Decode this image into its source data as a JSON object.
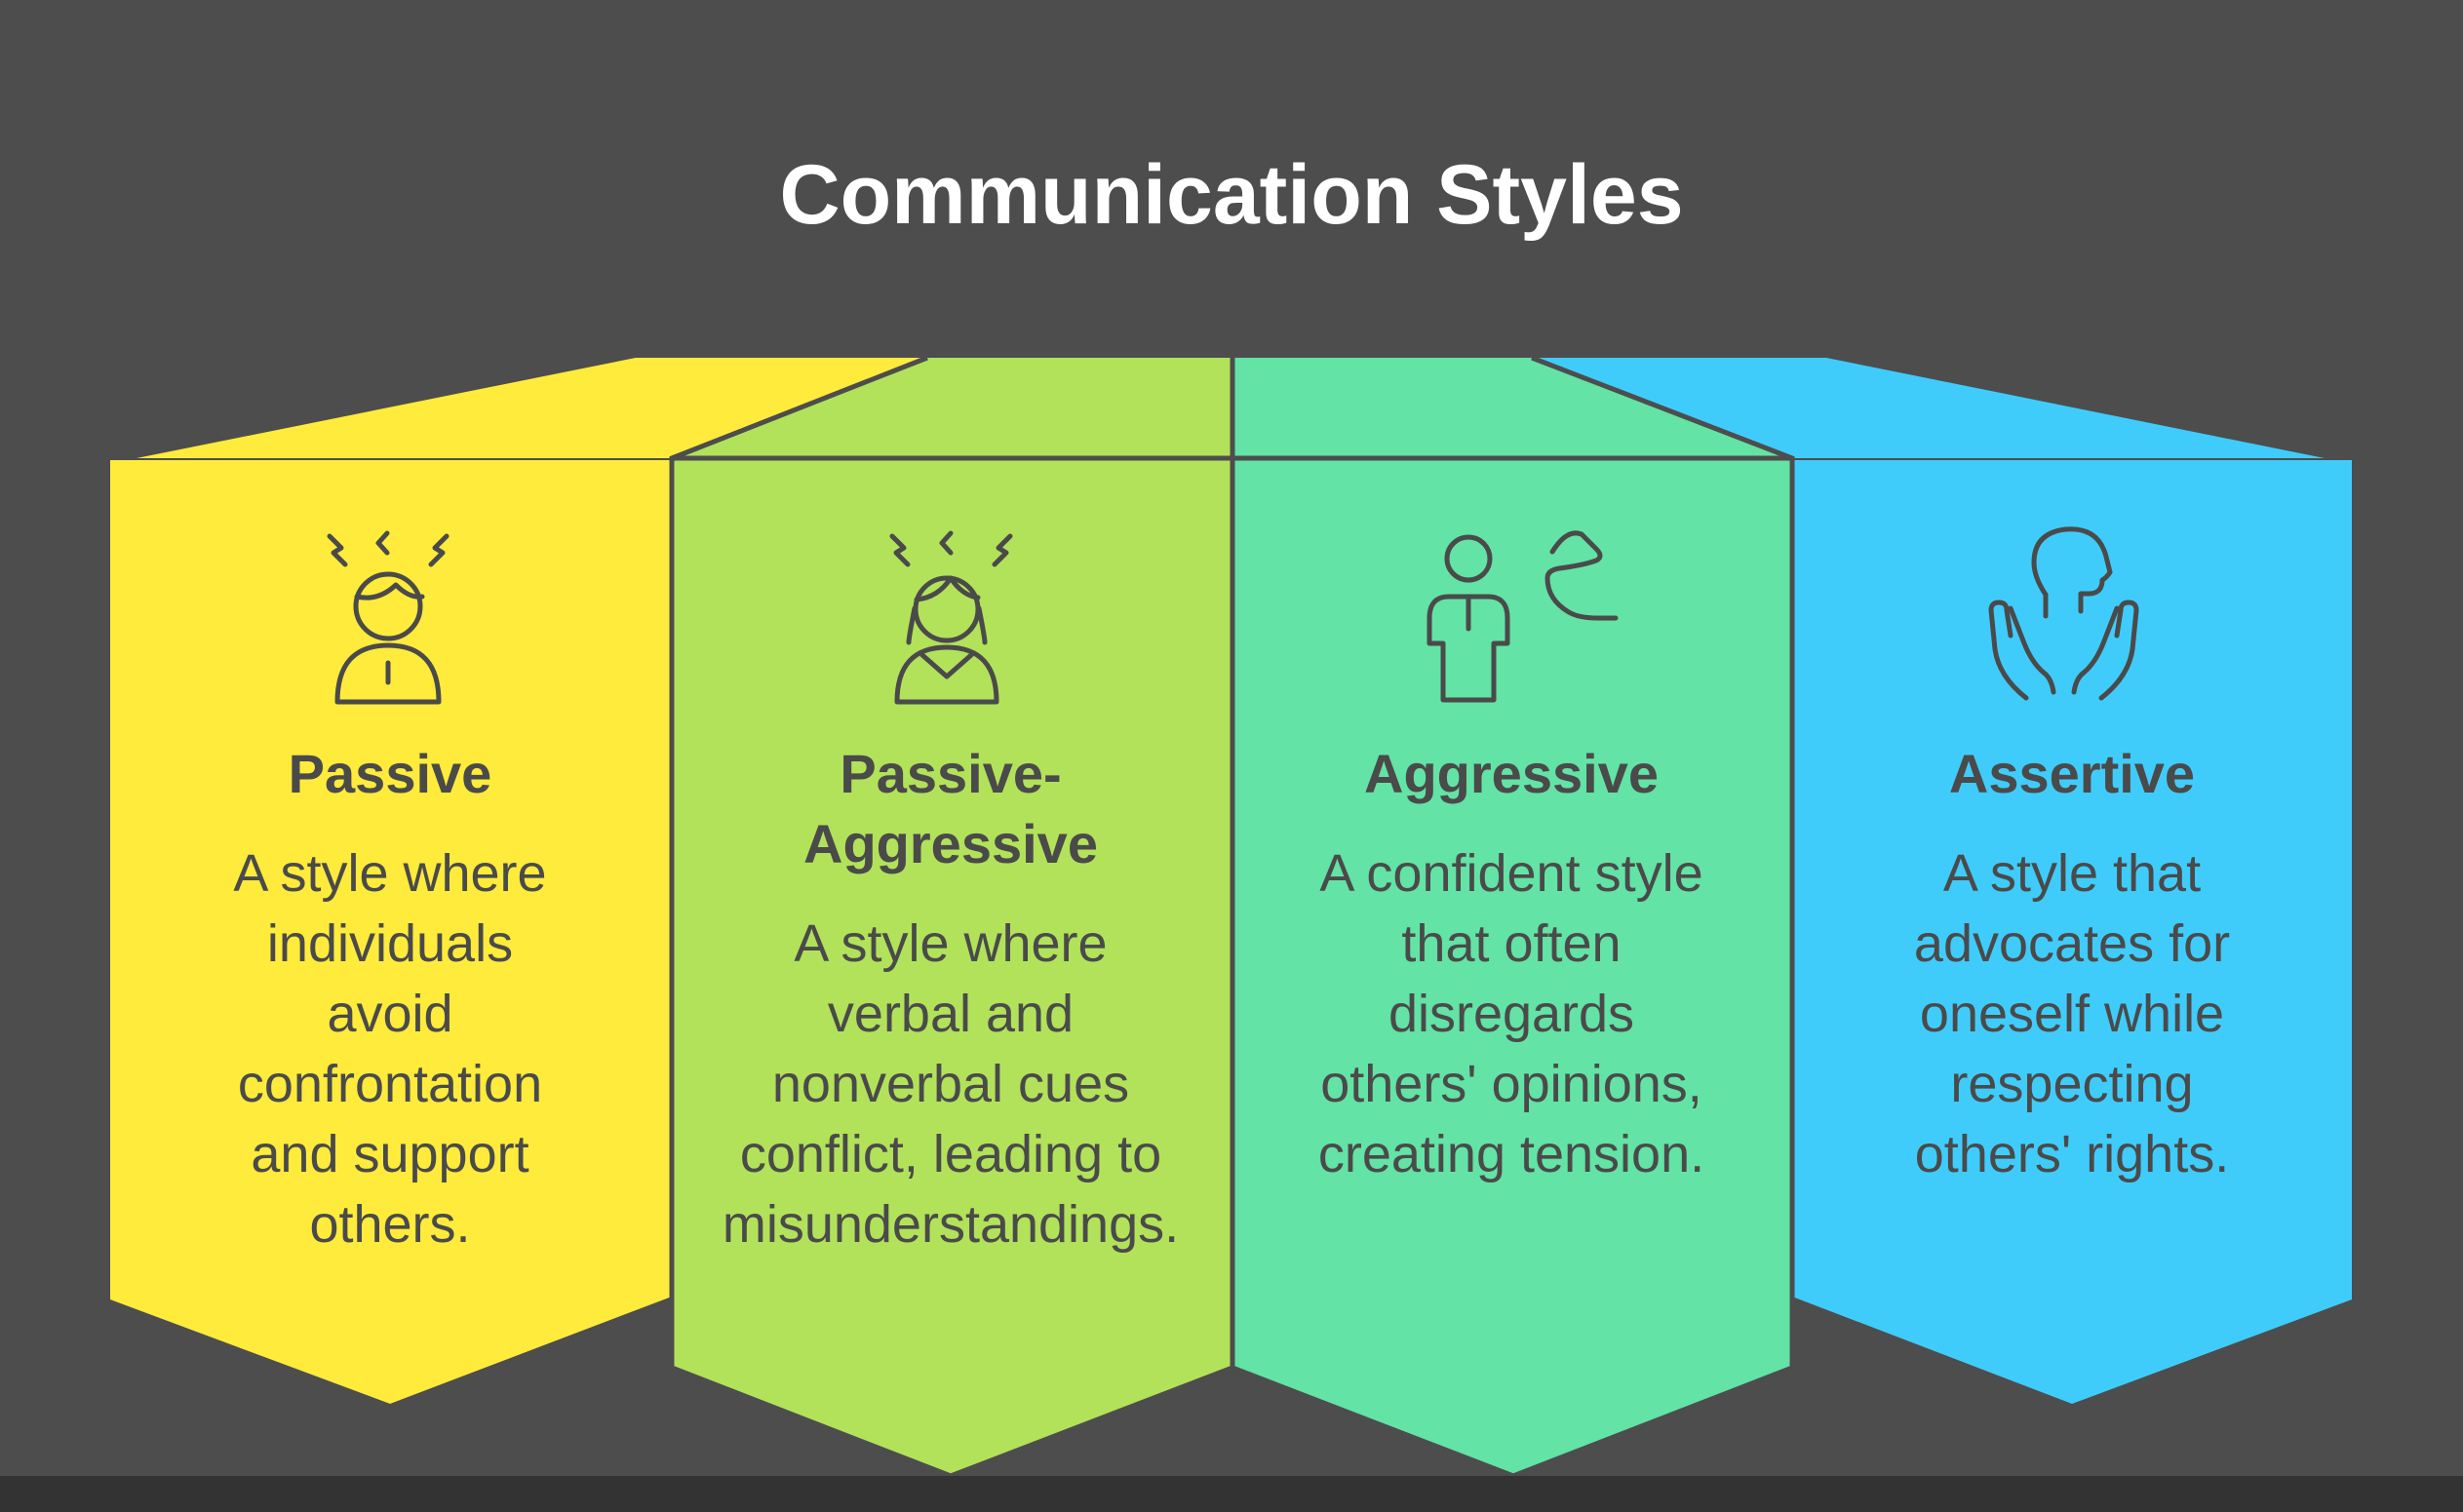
{
  "title": "Communication Styles",
  "cards": [
    {
      "heading_lines": [
        "Passive"
      ],
      "desc_lines": [
        "A style where",
        "individuals",
        "avoid",
        "confrontation",
        "and support",
        "others."
      ],
      "color": "#ffeb3b",
      "icon": "stressed-person-icon"
    },
    {
      "heading_lines": [
        "Passive-",
        "Aggressive"
      ],
      "desc_lines": [
        "A style where",
        "verbal and",
        "nonverbal cues",
        "conflict, leading to",
        "misunderstandings."
      ],
      "color": "#b2e25a",
      "icon": "frustrated-woman-icon"
    },
    {
      "heading_lines": [
        "Aggressive"
      ],
      "desc_lines": [
        "A confident style",
        "that often",
        "disregards",
        "others' opinions,",
        "creating tension."
      ],
      "color": "#63e3a5",
      "icon": "person-shouting-icon"
    },
    {
      "heading_lines": [
        "Assertive"
      ],
      "desc_lines": [
        "A style that",
        "advocates for",
        "oneself while",
        "respecting",
        "others' rights."
      ],
      "color": "#40ccfb",
      "icon": "person-open-hands-icon"
    }
  ]
}
